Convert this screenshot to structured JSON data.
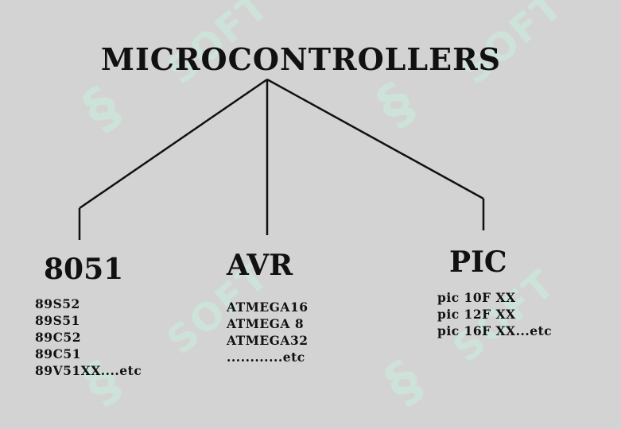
{
  "title": "MICROCONTROLLERS",
  "branches": [
    {
      "name": "8051",
      "items": [
        "89S52",
        "89S51",
        "89C52",
        "89C51",
        "89V51XX....etc"
      ]
    },
    {
      "name": "AVR",
      "items": [
        "ATMEGA16",
        "ATMEGA 8",
        "ATMEGA32",
        "............etc"
      ]
    },
    {
      "name": "PIC",
      "items": [
        "pic 10F XX",
        "pic 12F XX",
        "pic 16F XX...etc"
      ]
    }
  ],
  "watermark": {
    "text": "SOFT",
    "icon": "leaf-logo-icon",
    "color": "#c9f0dd"
  },
  "colors": {
    "background": "#d3d3d3",
    "line": "#111111"
  }
}
